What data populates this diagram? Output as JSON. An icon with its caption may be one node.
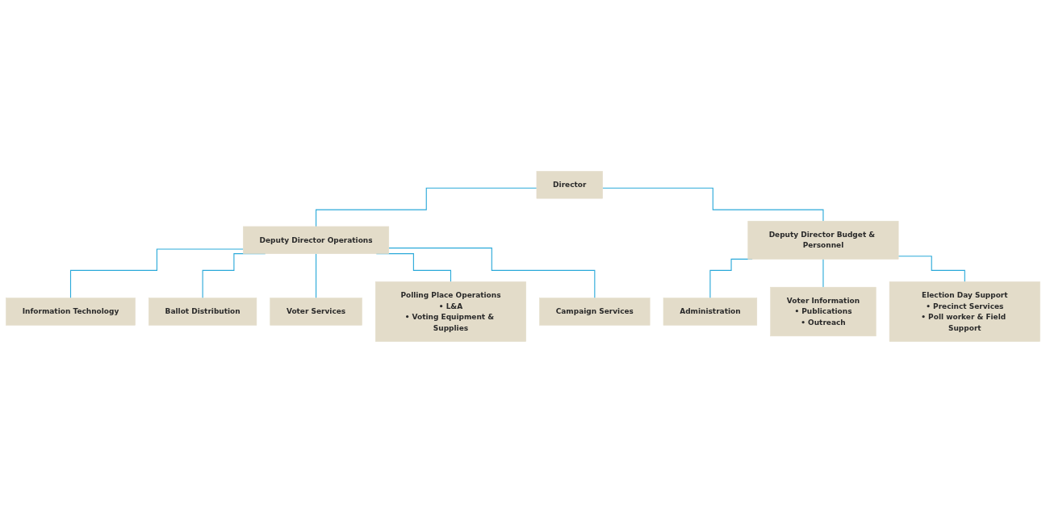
{
  "diagram": {
    "nodes": [
      {
        "text": [
          "Director"
        ]
      },
      {
        "text": [
          "Deputy Director Operations"
        ]
      },
      {
        "text": [
          "Deputy Director Budget & Personnel"
        ]
      },
      {
        "text": [
          "Information Technology"
        ]
      },
      {
        "text": [
          "Ballot Distribution"
        ]
      },
      {
        "text": [
          "Voter Services"
        ]
      },
      {
        "text": [
          "Polling Place Operations",
          "• L&A",
          "• Voting Equipment & Supplies"
        ]
      },
      {
        "text": [
          "Campaign Services"
        ]
      },
      {
        "text": [
          "Administration"
        ]
      },
      {
        "text": [
          "Voter Information",
          "• Publications",
          "• Outreach"
        ]
      },
      {
        "text": [
          "Election Day Support",
          "• Precinct Services",
          "• Poll worker & Field Support"
        ]
      }
    ],
    "edges": [
      {
        "from": 0,
        "to": 1,
        "arrow": "none"
      },
      {
        "from": 0,
        "to": 2,
        "arrow": "none"
      },
      {
        "from": 1,
        "to": 3,
        "arrow": "none"
      },
      {
        "from": 1,
        "to": 4,
        "arrow": "none"
      },
      {
        "from": 1,
        "to": 5,
        "arrow": "none"
      },
      {
        "from": 1,
        "to": 6,
        "arrow": "none"
      },
      {
        "from": 1,
        "to": 7,
        "arrow": "none"
      },
      {
        "from": 2,
        "to": 8,
        "arrow": "none"
      },
      {
        "from": 2,
        "to": 9,
        "arrow": "none"
      },
      {
        "from": 2,
        "to": 10,
        "arrow": "none"
      }
    ]
  }
}
